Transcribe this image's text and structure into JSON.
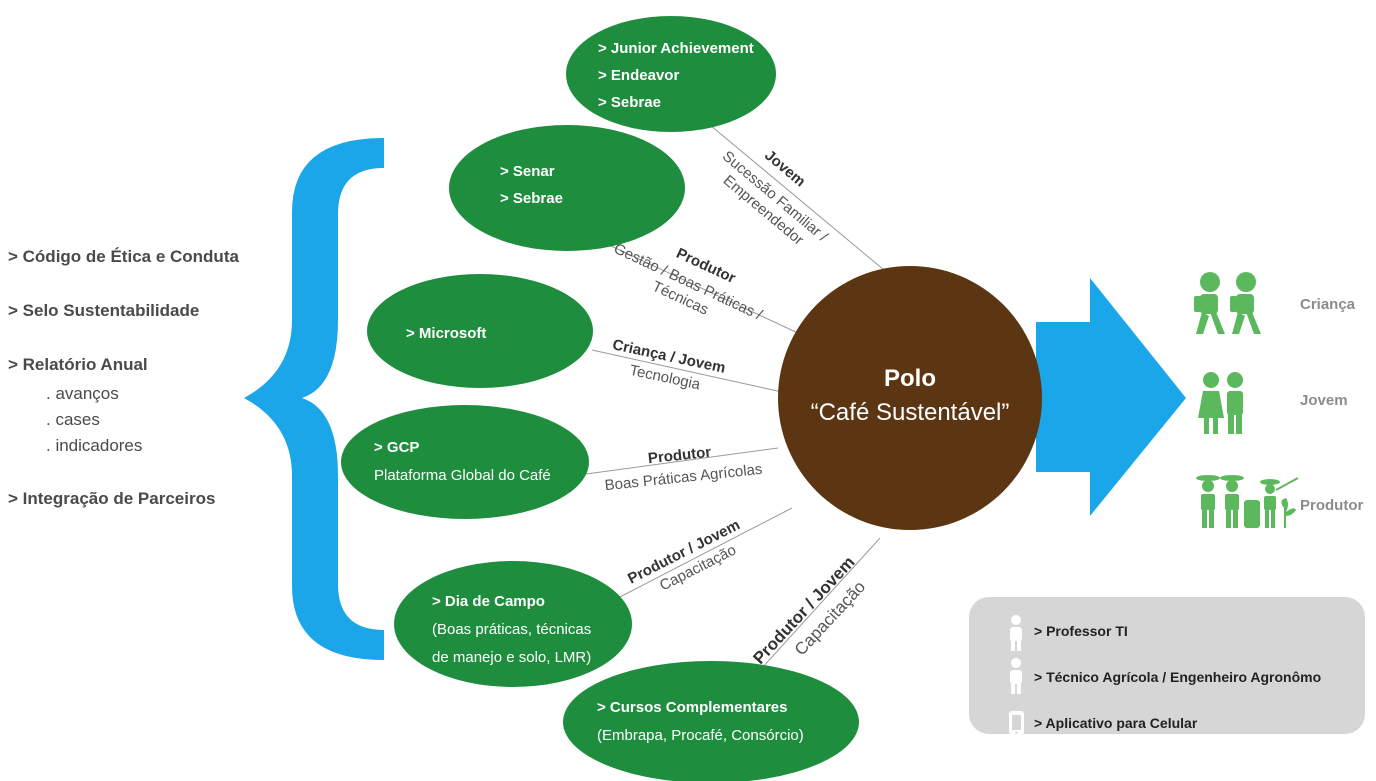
{
  "left_list": {
    "items": [
      {
        "label": "> Código de Ética e Conduta"
      },
      {
        "label": "> Selo Sustentabilidade"
      },
      {
        "label": "> Relatório Anual",
        "subitems": [
          ". avanços",
          ". cases",
          ". indicadores"
        ]
      },
      {
        "label": "> Integração de Parceiros"
      }
    ]
  },
  "center": {
    "title": "Polo",
    "subtitle": "“Café Sustentável”"
  },
  "nodes": {
    "junior": {
      "lines": [
        "> Junior Achievement",
        "> Endeavor",
        "> Sebrae"
      ]
    },
    "senar": {
      "lines": [
        "> Senar",
        "> Sebrae"
      ]
    },
    "microsoft": {
      "lines": [
        "> Microsoft"
      ]
    },
    "gcp": {
      "title": "> GCP",
      "subtitle": "Plataforma Global do Café"
    },
    "dia_campo": {
      "title": "> Dia de Campo",
      "lines": [
        "(Boas práticas, técnicas",
        "de manejo e solo, LMR)"
      ]
    },
    "cursos": {
      "title": "> Cursos Complementares",
      "subtitle": "(Embrapa, Procafé, Consórcio)"
    }
  },
  "edges": {
    "junior": {
      "audience": "Jovem",
      "lines": [
        "Sucessão Familiar /",
        "Empreendedor"
      ]
    },
    "senar": {
      "audience": "Produtor",
      "lines": [
        "Gestão / Boas Práticas /",
        "Técnicas"
      ]
    },
    "microsoft": {
      "audience": "Criança / Jovem",
      "lines": [
        "Tecnologia"
      ]
    },
    "gcp": {
      "audience": "Produtor",
      "lines": [
        "Boas Práticas Agrícolas"
      ]
    },
    "dia_campo": {
      "audience": "Produtor / Jovem",
      "lines": [
        "Capacitação"
      ]
    },
    "cursos": {
      "audience": "Produtor / Jovem",
      "lines": [
        "Capacitação"
      ]
    }
  },
  "audiences": [
    {
      "label": "Criança",
      "icon": "child-hikers-icon"
    },
    {
      "label": "Jovem",
      "icon": "young-couple-icon"
    },
    {
      "label": "Produtor",
      "icon": "farmers-icon"
    }
  ],
  "legend": {
    "items": [
      {
        "label": "> Professor TI",
        "icon": "person-icon"
      },
      {
        "label": "> Técnico Agrícola / Engenheiro Agronômo",
        "icon": "person-icon"
      },
      {
        "label": "> Aplicativo para Celular",
        "icon": "mobile-phone-icon"
      }
    ]
  },
  "colors": {
    "green": "#1e8e3e",
    "brown": "#5c3513",
    "blue": "#1aa6e8",
    "icon_green": "#5cb85c",
    "legend_bg": "#d6d6d6"
  }
}
